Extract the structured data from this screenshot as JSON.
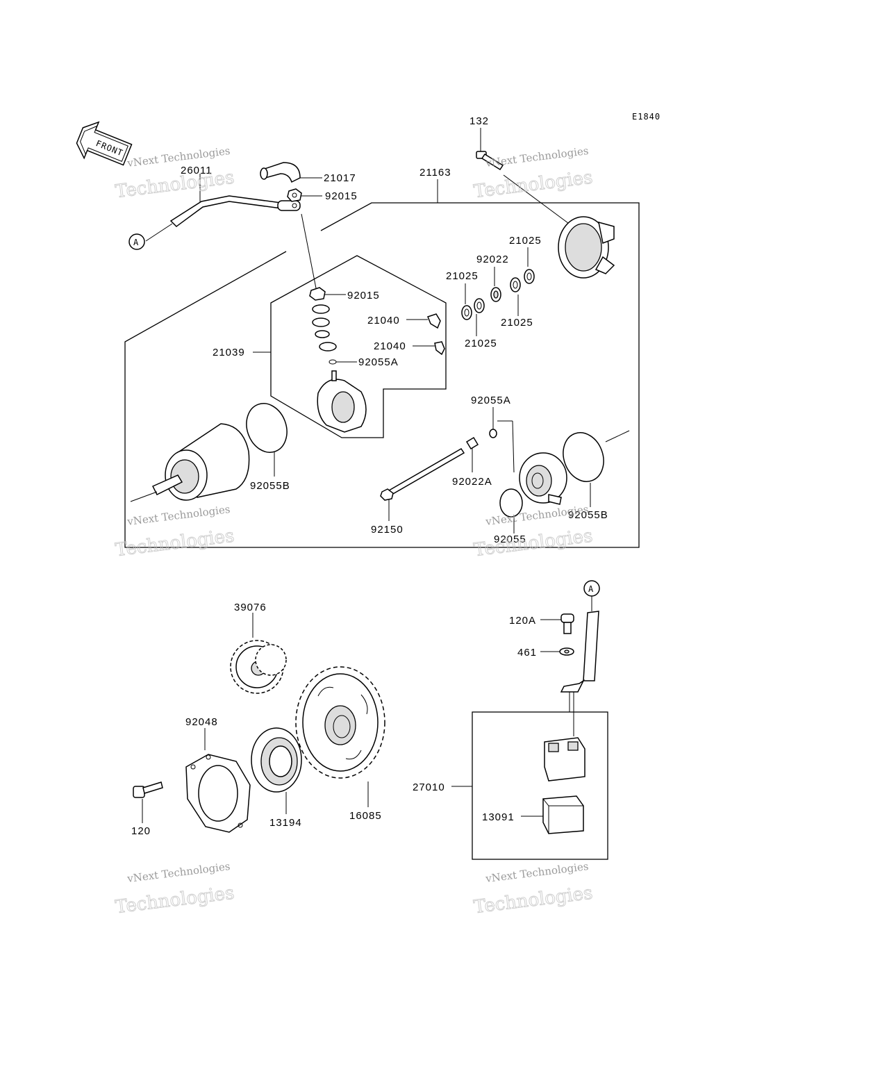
{
  "diagram_code": "E1840",
  "front_label": "FRONT",
  "reference_marker": "A",
  "watermark": {
    "line1": "vNext Technologies",
    "line2": "Technologies"
  },
  "parts": [
    {
      "id": "p-26011",
      "label": "26011"
    },
    {
      "id": "p-21017",
      "label": "21017"
    },
    {
      "id": "p-92015-top",
      "label": "92015"
    },
    {
      "id": "p-21163",
      "label": "21163"
    },
    {
      "id": "p-132",
      "label": "132"
    },
    {
      "id": "p-21025-a",
      "label": "21025"
    },
    {
      "id": "p-92022",
      "label": "92022"
    },
    {
      "id": "p-21025-b",
      "label": "21025"
    },
    {
      "id": "p-92015-mid",
      "label": "92015"
    },
    {
      "id": "p-21040-a",
      "label": "21040"
    },
    {
      "id": "p-21025-c",
      "label": "21025"
    },
    {
      "id": "p-21025-d",
      "label": "21025"
    },
    {
      "id": "p-21040-b",
      "label": "21040"
    },
    {
      "id": "p-21039",
      "label": "21039"
    },
    {
      "id": "p-92055A-a",
      "label": "92055A"
    },
    {
      "id": "p-92055A-b",
      "label": "92055A"
    },
    {
      "id": "p-92055B-a",
      "label": "92055B"
    },
    {
      "id": "p-92022A",
      "label": "92022A"
    },
    {
      "id": "p-92055B-b",
      "label": "92055B"
    },
    {
      "id": "p-92150",
      "label": "92150"
    },
    {
      "id": "p-92055",
      "label": "92055"
    },
    {
      "id": "p-39076",
      "label": "39076"
    },
    {
      "id": "p-120A",
      "label": "120A"
    },
    {
      "id": "p-461",
      "label": "461"
    },
    {
      "id": "p-92048",
      "label": "92048"
    },
    {
      "id": "p-27010",
      "label": "27010"
    },
    {
      "id": "p-13091",
      "label": "13091"
    },
    {
      "id": "p-120",
      "label": "120"
    },
    {
      "id": "p-13194",
      "label": "13194"
    },
    {
      "id": "p-16085",
      "label": "16085"
    }
  ]
}
